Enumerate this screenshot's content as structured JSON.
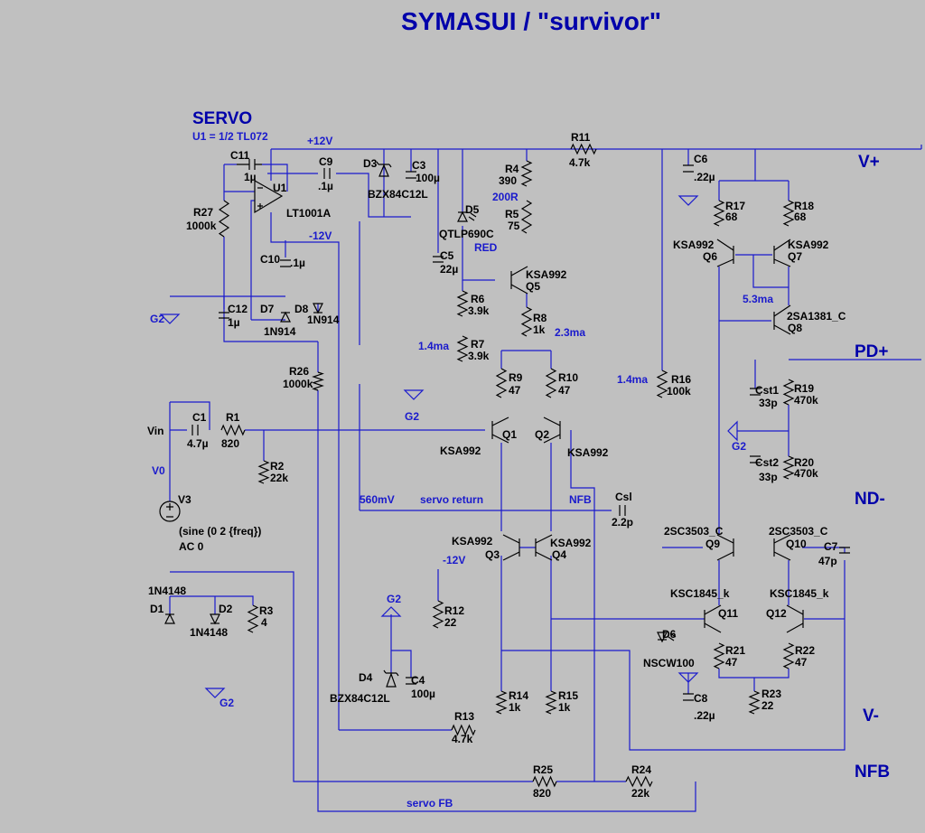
{
  "title": "SYMASUI / \"survivor\"",
  "servo": {
    "heading": "SERVO",
    "note": "U1 = 1/2 TL072"
  },
  "rails": {
    "pos12": "+12V",
    "neg12a": "-12V",
    "neg12b": "-12V"
  },
  "ports": {
    "vplus": "V+",
    "pdplus": "PD+",
    "ndminus": "ND-",
    "vminus": "V-",
    "nfb": "NFB"
  },
  "grounds": {
    "g2": "G2"
  },
  "nets": {
    "vin": "Vin",
    "v0": "V0",
    "servo_return": "servo return",
    "v560": "560mV",
    "nfb": "NFB",
    "servo_fb": "servo FB"
  },
  "annotations": {
    "r4_alt": "200R",
    "led_color": "RED",
    "i_q5": "1.4ma",
    "i_q8": "2.3ma",
    "i_r16": "1.4ma",
    "i_vas": "5.3ma"
  },
  "components": {
    "c11": {
      "ref": "C11",
      "val": "1µ"
    },
    "u1": {
      "ref": "U1",
      "val": "LT1001A"
    },
    "c9": {
      "ref": "C9",
      "val": ".1µ"
    },
    "d3": {
      "ref": "D3",
      "val": "BZX84C12L"
    },
    "c3": {
      "ref": "C3",
      "val": "100µ"
    },
    "r27": {
      "ref": "R27",
      "val": "1000k"
    },
    "c10": {
      "ref": "C10",
      "val": ".1µ"
    },
    "c12": {
      "ref": "C12",
      "val": "1µ"
    },
    "d7": {
      "ref": "D7",
      "val": "1N914"
    },
    "d8": {
      "ref": "D8",
      "val": "1N914"
    },
    "r26": {
      "ref": "R26",
      "val": "1000k"
    },
    "r4": {
      "ref": "R4",
      "val": "390"
    },
    "r5": {
      "ref": "R5",
      "val": "75"
    },
    "d5": {
      "ref": "D5",
      "val": "QTLP690C"
    },
    "c5": {
      "ref": "C5",
      "val": "22µ"
    },
    "q5": {
      "ref": "Q5",
      "val": "KSA992"
    },
    "r6": {
      "ref": "R6",
      "val": "3.9k"
    },
    "r7": {
      "ref": "R7",
      "val": "3.9k"
    },
    "r8": {
      "ref": "R8",
      "val": "1k"
    },
    "r11": {
      "ref": "R11",
      "val": "4.7k"
    },
    "c6": {
      "ref": "C6",
      "val": ".22µ"
    },
    "r17": {
      "ref": "R17",
      "val": "68"
    },
    "r18": {
      "ref": "R18",
      "val": "68"
    },
    "q6": {
      "ref": "Q6",
      "val": "KSA992"
    },
    "q7": {
      "ref": "Q7",
      "val": "KSA992"
    },
    "q8": {
      "ref": "Q8",
      "val": "2SA1381_C"
    },
    "r16": {
      "ref": "R16",
      "val": "100k"
    },
    "r19": {
      "ref": "R19",
      "val": "470k"
    },
    "cst1": {
      "ref": "Cst1",
      "val": "33p"
    },
    "r20": {
      "ref": "R20",
      "val": "470k"
    },
    "cst2": {
      "ref": "Cst2",
      "val": "33p"
    },
    "r9": {
      "ref": "R9",
      "val": "47"
    },
    "r10": {
      "ref": "R10",
      "val": "47"
    },
    "q1": {
      "ref": "Q1",
      "val": "KSA992"
    },
    "q2": {
      "ref": "Q2",
      "val": "KSA992"
    },
    "c1": {
      "ref": "C1",
      "val": "4.7µ"
    },
    "r1": {
      "ref": "R1",
      "val": "820"
    },
    "r2": {
      "ref": "R2",
      "val": "22k"
    },
    "v3": {
      "ref": "V3",
      "val": "(sine (0 2 {freq})",
      "val2": "AC 0"
    },
    "csl": {
      "ref": "Csl",
      "val": "2.2p"
    },
    "q3": {
      "ref": "Q3",
      "val": "KSA992"
    },
    "q4": {
      "ref": "Q4",
      "val": "KSA992"
    },
    "q9": {
      "ref": "Q9",
      "val": "2SC3503_C"
    },
    "q10": {
      "ref": "Q10",
      "val": "2SC3503_C"
    },
    "c7": {
      "ref": "C7",
      "val": "47p"
    },
    "d1": {
      "ref": "D1",
      "val": "1N4148"
    },
    "d2": {
      "ref": "D2",
      "val": "1N4148"
    },
    "r3": {
      "ref": "R3",
      "val": "4"
    },
    "r12": {
      "ref": "R12",
      "val": "22"
    },
    "q11": {
      "ref": "Q11",
      "val": "KSC1845_k"
    },
    "q12": {
      "ref": "Q12",
      "val": "KSC1845_k"
    },
    "d6": {
      "ref": "D6",
      "val": "NSCW100"
    },
    "r21": {
      "ref": "R21",
      "val": "47"
    },
    "r22": {
      "ref": "R22",
      "val": "47"
    },
    "d4": {
      "ref": "D4",
      "val": "BZX84C12L"
    },
    "c4": {
      "ref": "C4",
      "val": "100µ"
    },
    "r14": {
      "ref": "R14",
      "val": "1k"
    },
    "r15": {
      "ref": "R15",
      "val": "1k"
    },
    "c8": {
      "ref": "C8",
      "val": ".22µ"
    },
    "r23": {
      "ref": "R23",
      "val": "22"
    },
    "r13": {
      "ref": "R13",
      "val": "4.7k"
    },
    "r25": {
      "ref": "R25",
      "val": "820"
    },
    "r24": {
      "ref": "R24",
      "val": "22k"
    }
  }
}
